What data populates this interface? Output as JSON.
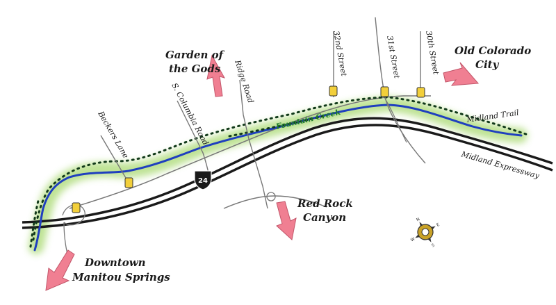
{
  "labels": {
    "garden_line1": "Garden of",
    "garden_line2": "the Gods",
    "old_colorado_line1": "Old Colorado",
    "old_colorado_line2": "City",
    "red_rock_line1": "Red Rock",
    "red_rock_line2": "Canyon",
    "downtown_line1": "Downtown",
    "downtown_line2": "Manitou Springs",
    "ridge_road": "Ridge Road",
    "columbia_road": "S. Columbia Road",
    "beckers_lane": "Beckers Lane",
    "st32": "32nd Street",
    "st31": "31st Street",
    "st30": "30th Street",
    "fountain_creek": "Fountain Creek",
    "midland_trail": "Midland Trail",
    "midland_expressway": "Midland Expressway",
    "highway_shield": "24"
  },
  "compass": {
    "n": "N",
    "e": "E",
    "s": "S",
    "w": "W"
  },
  "colors": {
    "creek": "#1f3fbf",
    "creek_glow": "#b8e08a",
    "highway": "#1a1a1a",
    "arrow": "#f07f92",
    "marker": "#f2cf3a",
    "compass": "#c9a227"
  }
}
